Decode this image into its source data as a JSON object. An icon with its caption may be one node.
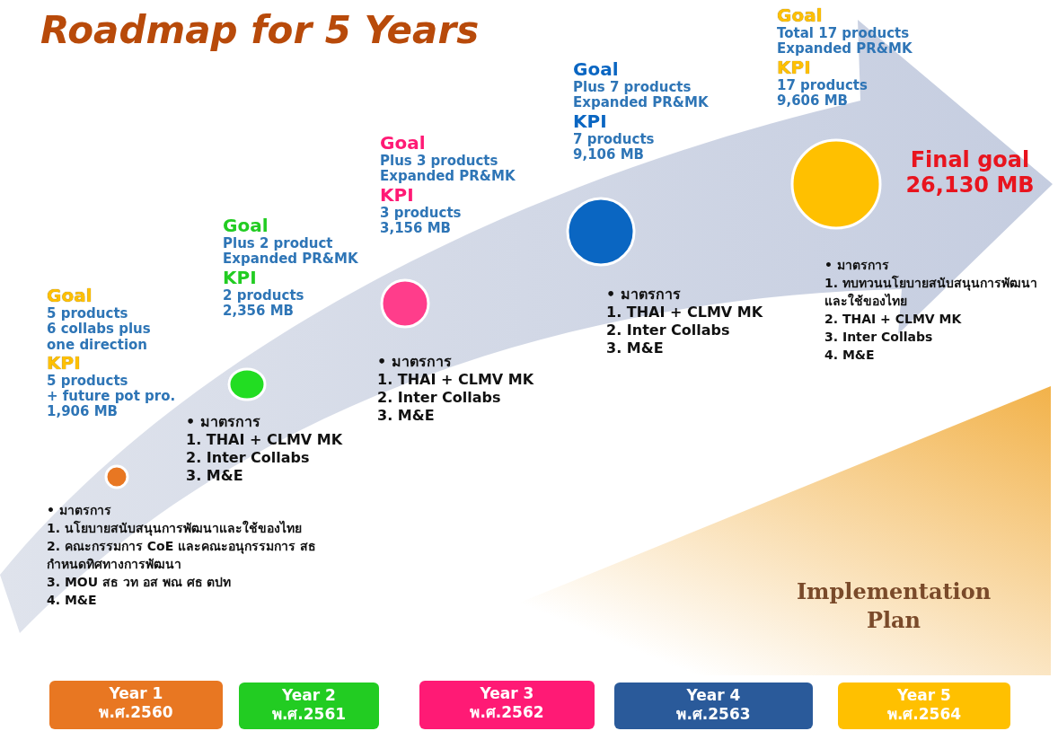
{
  "diagram": {
    "title": "Roadmap  for 5 Years",
    "nodes": [
      {
        "text": [],
        "shape": "circle"
      },
      {
        "text": [],
        "shape": "circle"
      },
      {
        "text": [],
        "shape": "circle"
      },
      {
        "text": [],
        "shape": "circle"
      },
      {
        "text": [],
        "shape": "circle"
      },
      {
        "text": [
          "Year 1",
          "พ.ศ.2560"
        ]
      },
      {
        "text": [
          "Year 2",
          "พ.ศ.2561"
        ]
      },
      {
        "text": [
          "Year 3",
          "พ.ศ.2562"
        ]
      },
      {
        "text": [
          "Year 4",
          "พ.ศ.2563"
        ]
      },
      {
        "text": [
          "Year 5",
          "พ.ศ.2564"
        ]
      }
    ],
    "labels": [
      "Goal",
      "5 products",
      "6 collabs plus one direction",
      "KPI",
      "5 products",
      "+ future pot pro.",
      "1,906 MB",
      "• มาตรการ",
      "1. นโยบายสนับสนุนการพัฒนาและใช้ของไทย",
      "2. คณะกรรมการ CoE และคณะอนุกรรมการ สธ กำหนดทิศทางการพัฒนา",
      "3. MOU สธ วท อส พณ ศธ ตปท",
      "4. M&E",
      "Goal",
      "Plus 2 product",
      "Expanded  PR&MK",
      "KPI",
      "2 products",
      "2,356 MB",
      "• มาตรการ",
      "1. THAI + CLMV MK",
      "2. Inter Collabs",
      "3. M&E",
      "Goal",
      "Plus 3 products",
      "Expanded PR&MK",
      "KPI",
      "3 products",
      "3,156 MB",
      "• มาตรการ",
      "1. THAI + CLMV MK",
      "2. Inter Collabs",
      "3. M&E",
      "Goal",
      "Plus 7 products",
      "Expanded PR&MK",
      "KPI",
      "7 products",
      "9,106 MB",
      "• มาตรการ",
      "1. THAI + CLMV MK",
      "2. Inter Collabs",
      "3. M&E",
      "Goal",
      "Total 17 products",
      "Expanded PR&MK",
      "KPI",
      "17 products",
      "9,606 MB",
      "Final goal",
      "26,130 MB",
      "• มาตรการ",
      "1. ทบทวนนโยบายสนับสนุนการพัฒนา และใช้ของไทย",
      "2. THAI + CLMV MK",
      "3. Inter Collabs",
      "4. M&E",
      "Implementation Plan"
    ]
  }
}
